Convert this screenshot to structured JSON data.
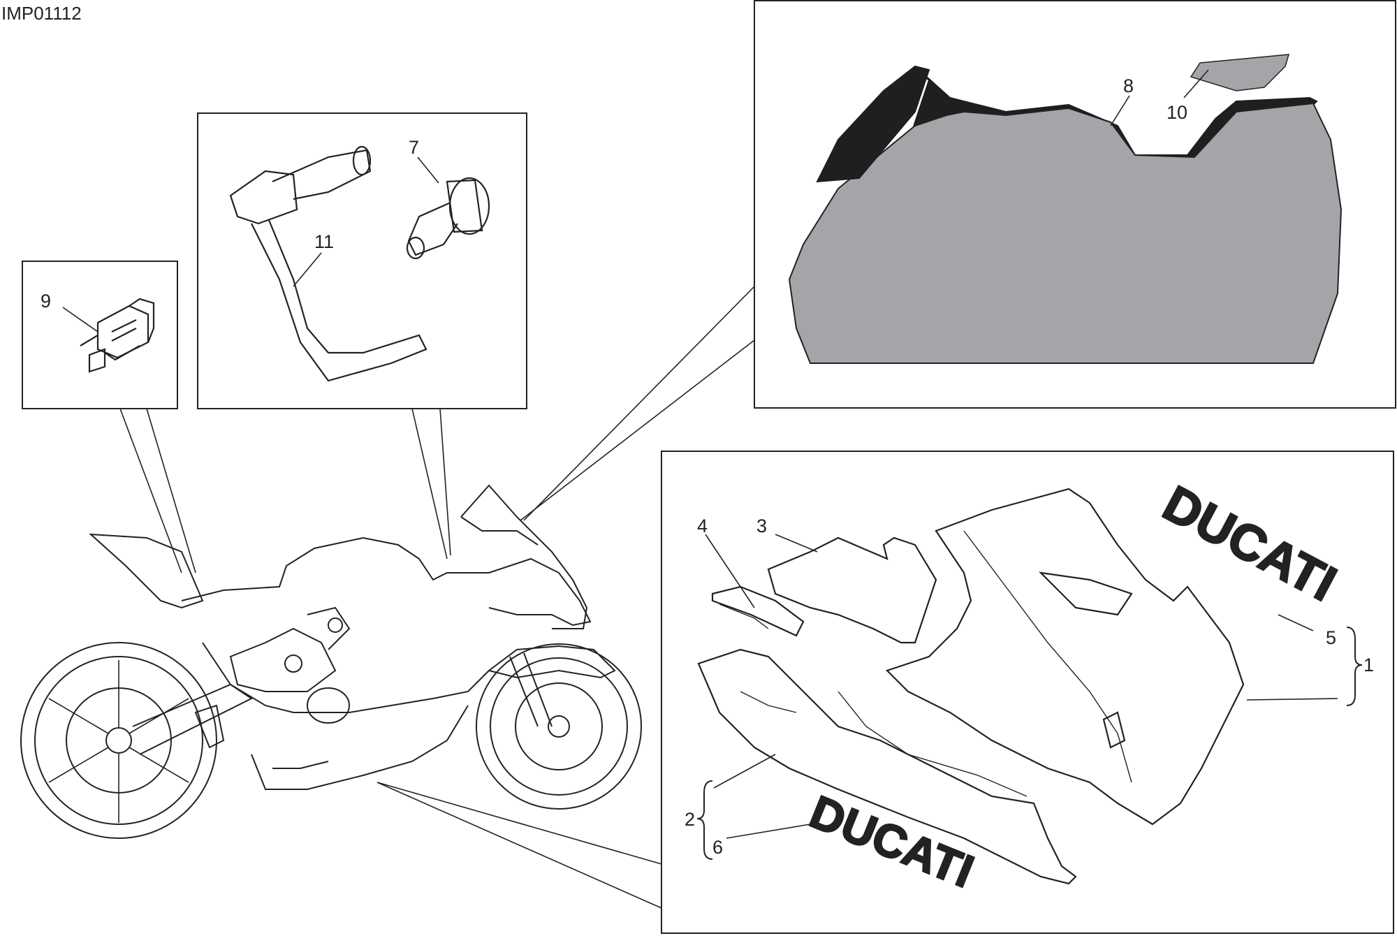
{
  "drawing_code": "IMP01112",
  "callouts": {
    "c1": "1",
    "c2": "2",
    "c3": "3",
    "c4": "4",
    "c5": "5",
    "c6": "6",
    "c7": "7",
    "c8": "8",
    "c9": "9",
    "c10": "10",
    "c11": "11"
  },
  "logo_text": "DUCATI",
  "colors": {
    "line": "#222222",
    "cover_fill": "#a4a5a8",
    "cover_dark": "#1f1f1f"
  }
}
